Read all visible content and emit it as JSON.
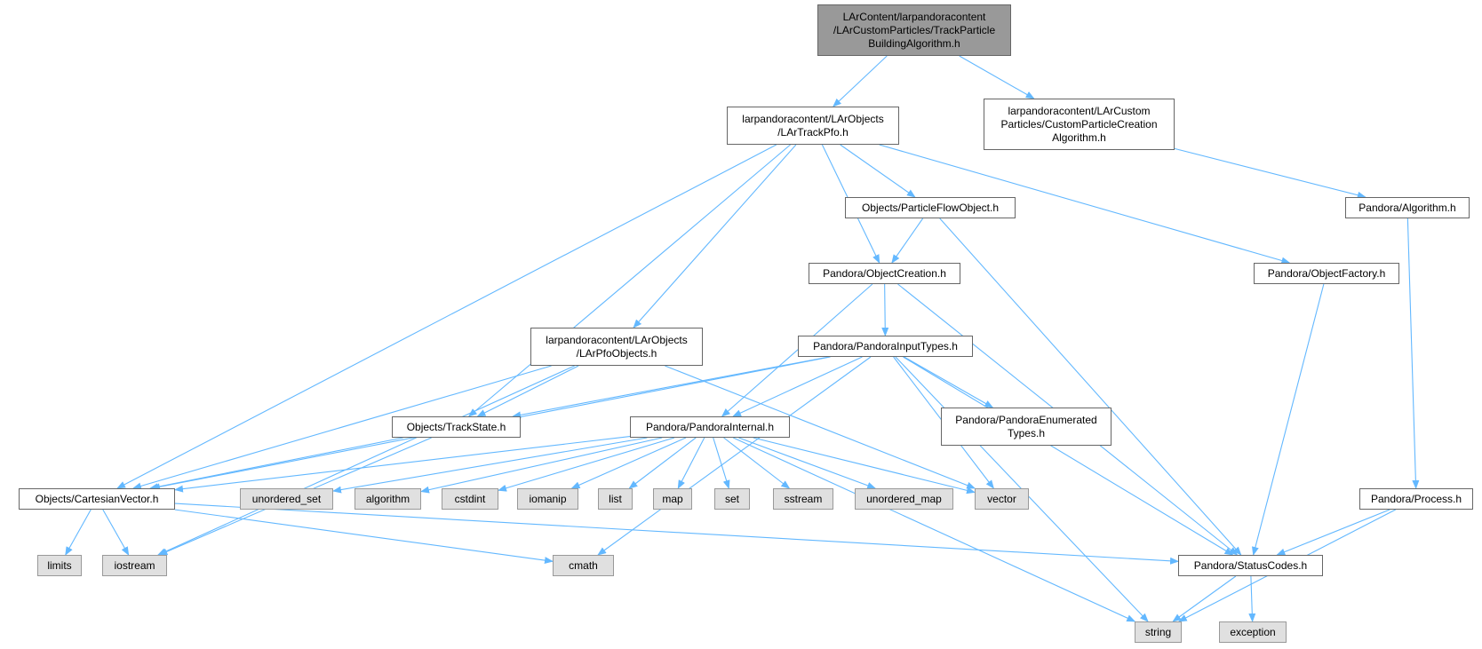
{
  "graph": {
    "edge_color": "#63b8ff",
    "colors": {
      "root_fill": "#999999",
      "node_fill": "#ffffff",
      "external_fill": "#e0e0e0",
      "border": "#666666"
    },
    "nodes": [
      {
        "id": "root",
        "label": "LArContent/larpandoracontent\n/LArCustomParticles/TrackParticle\nBuildingAlgorithm.h",
        "kind": "root"
      },
      {
        "id": "lartrackpfo",
        "label": "larpandoracontent/LArObjects\n/LArTrackPfo.h",
        "kind": "file"
      },
      {
        "id": "custompart",
        "label": "larpandoracontent/LArCustom\nParticles/CustomParticleCreation\nAlgorithm.h",
        "kind": "file"
      },
      {
        "id": "pfo",
        "label": "Objects/ParticleFlowObject.h",
        "kind": "file"
      },
      {
        "id": "algorithm_h",
        "label": "Pandora/Algorithm.h",
        "kind": "file"
      },
      {
        "id": "objcreation",
        "label": "Pandora/ObjectCreation.h",
        "kind": "file"
      },
      {
        "id": "objfactory",
        "label": "Pandora/ObjectFactory.h",
        "kind": "file"
      },
      {
        "id": "larpfoobj",
        "label": "larpandoracontent/LArObjects\n/LArPfoObjects.h",
        "kind": "file"
      },
      {
        "id": "inputtypes",
        "label": "Pandora/PandoraInputTypes.h",
        "kind": "file"
      },
      {
        "id": "enumtypes",
        "label": "Pandora/PandoraEnumerated\nTypes.h",
        "kind": "file"
      },
      {
        "id": "trackstate",
        "label": "Objects/TrackState.h",
        "kind": "file"
      },
      {
        "id": "internal",
        "label": "Pandora/PandoraInternal.h",
        "kind": "file"
      },
      {
        "id": "cartesian",
        "label": "Objects/CartesianVector.h",
        "kind": "file"
      },
      {
        "id": "process",
        "label": "Pandora/Process.h",
        "kind": "file"
      },
      {
        "id": "statuscodes",
        "label": "Pandora/StatusCodes.h",
        "kind": "file"
      },
      {
        "id": "unordered_set",
        "label": "unordered_set",
        "kind": "external"
      },
      {
        "id": "algorithm",
        "label": "algorithm",
        "kind": "external"
      },
      {
        "id": "cstdint",
        "label": "cstdint",
        "kind": "external"
      },
      {
        "id": "iomanip",
        "label": "iomanip",
        "kind": "external"
      },
      {
        "id": "list",
        "label": "list",
        "kind": "external"
      },
      {
        "id": "map",
        "label": "map",
        "kind": "external"
      },
      {
        "id": "set",
        "label": "set",
        "kind": "external"
      },
      {
        "id": "sstream",
        "label": "sstream",
        "kind": "external"
      },
      {
        "id": "unordered_map",
        "label": "unordered_map",
        "kind": "external"
      },
      {
        "id": "vector",
        "label": "vector",
        "kind": "external"
      },
      {
        "id": "limits",
        "label": "limits",
        "kind": "external"
      },
      {
        "id": "iostream",
        "label": "iostream",
        "kind": "external"
      },
      {
        "id": "cmath",
        "label": "cmath",
        "kind": "external"
      },
      {
        "id": "string",
        "label": "string",
        "kind": "external"
      },
      {
        "id": "exception",
        "label": "exception",
        "kind": "external"
      }
    ],
    "edges": [
      {
        "from": "root",
        "to": "lartrackpfo"
      },
      {
        "from": "root",
        "to": "custompart"
      },
      {
        "from": "lartrackpfo",
        "to": "pfo"
      },
      {
        "from": "lartrackpfo",
        "to": "objcreation"
      },
      {
        "from": "lartrackpfo",
        "to": "objfactory"
      },
      {
        "from": "lartrackpfo",
        "to": "larpfoobj"
      },
      {
        "from": "lartrackpfo",
        "to": "trackstate"
      },
      {
        "from": "lartrackpfo",
        "to": "cartesian"
      },
      {
        "from": "custompart",
        "to": "algorithm_h"
      },
      {
        "from": "pfo",
        "to": "objcreation"
      },
      {
        "from": "pfo",
        "to": "statuscodes"
      },
      {
        "from": "objcreation",
        "to": "inputtypes"
      },
      {
        "from": "objcreation",
        "to": "internal"
      },
      {
        "from": "objcreation",
        "to": "statuscodes"
      },
      {
        "from": "objfactory",
        "to": "statuscodes"
      },
      {
        "from": "algorithm_h",
        "to": "process"
      },
      {
        "from": "larpfoobj",
        "to": "trackstate"
      },
      {
        "from": "larpfoobj",
        "to": "cartesian"
      },
      {
        "from": "larpfoobj",
        "to": "vector"
      },
      {
        "from": "larpfoobj",
        "to": "iostream"
      },
      {
        "from": "inputtypes",
        "to": "trackstate"
      },
      {
        "from": "inputtypes",
        "to": "internal"
      },
      {
        "from": "inputtypes",
        "to": "enumtypes"
      },
      {
        "from": "inputtypes",
        "to": "statuscodes"
      },
      {
        "from": "inputtypes",
        "to": "cartesian"
      },
      {
        "from": "inputtypes",
        "to": "vector"
      },
      {
        "from": "inputtypes",
        "to": "cmath"
      },
      {
        "from": "inputtypes",
        "to": "string"
      },
      {
        "from": "trackstate",
        "to": "cartesian"
      },
      {
        "from": "trackstate",
        "to": "iostream"
      },
      {
        "from": "internal",
        "to": "cartesian"
      },
      {
        "from": "internal",
        "to": "unordered_set"
      },
      {
        "from": "internal",
        "to": "algorithm"
      },
      {
        "from": "internal",
        "to": "cstdint"
      },
      {
        "from": "internal",
        "to": "iomanip"
      },
      {
        "from": "internal",
        "to": "list"
      },
      {
        "from": "internal",
        "to": "map"
      },
      {
        "from": "internal",
        "to": "set"
      },
      {
        "from": "internal",
        "to": "sstream"
      },
      {
        "from": "internal",
        "to": "unordered_map"
      },
      {
        "from": "internal",
        "to": "vector"
      },
      {
        "from": "internal",
        "to": "string"
      },
      {
        "from": "cartesian",
        "to": "limits"
      },
      {
        "from": "cartesian",
        "to": "iostream"
      },
      {
        "from": "cartesian",
        "to": "cmath"
      },
      {
        "from": "cartesian",
        "to": "statuscodes"
      },
      {
        "from": "process",
        "to": "statuscodes"
      },
      {
        "from": "process",
        "to": "string"
      },
      {
        "from": "statuscodes",
        "to": "string"
      },
      {
        "from": "statuscodes",
        "to": "exception"
      }
    ]
  }
}
